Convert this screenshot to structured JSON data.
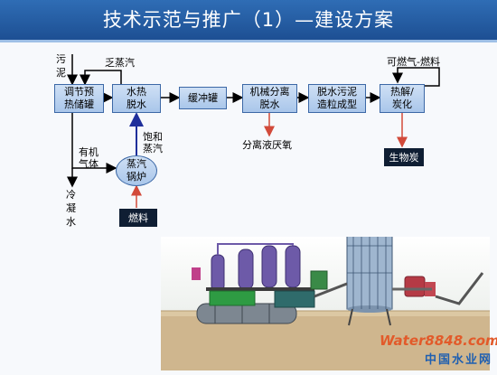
{
  "title": "技术示范与推广（1）—建设方案",
  "boxes": {
    "tiaojie": "调节预\n热储罐",
    "shuire": "水热\n脱水",
    "huanchong": "缓冲罐",
    "jixie": "机械分离\n脱水",
    "tuoshui": "脱水污泥\n造粒成型",
    "rejie": "热解/\n炭化",
    "boiler": "蒸汽\n锅炉"
  },
  "labels": {
    "wuni": "污\n泥",
    "fa_zhengqi": "乏蒸汽",
    "baohe": "饱和\n蒸汽",
    "youji": "有机\n气体",
    "lengning": "冷\n凝\n水",
    "fenli": "分离液厌氧",
    "ranqi": "可燃气-燃料"
  },
  "outputs": {
    "fuel": "燃料",
    "biochar": "生物炭"
  },
  "watermark": {
    "brand": "Water8848.com",
    "site": "中国水业网"
  },
  "colors": {
    "title_bar": "#2f6db5",
    "box_fill": "#b9d1ef",
    "arrow_red": "#d24a3a",
    "arrow_blue": "#1f2f9b",
    "output_bg": "#0f1e33"
  }
}
